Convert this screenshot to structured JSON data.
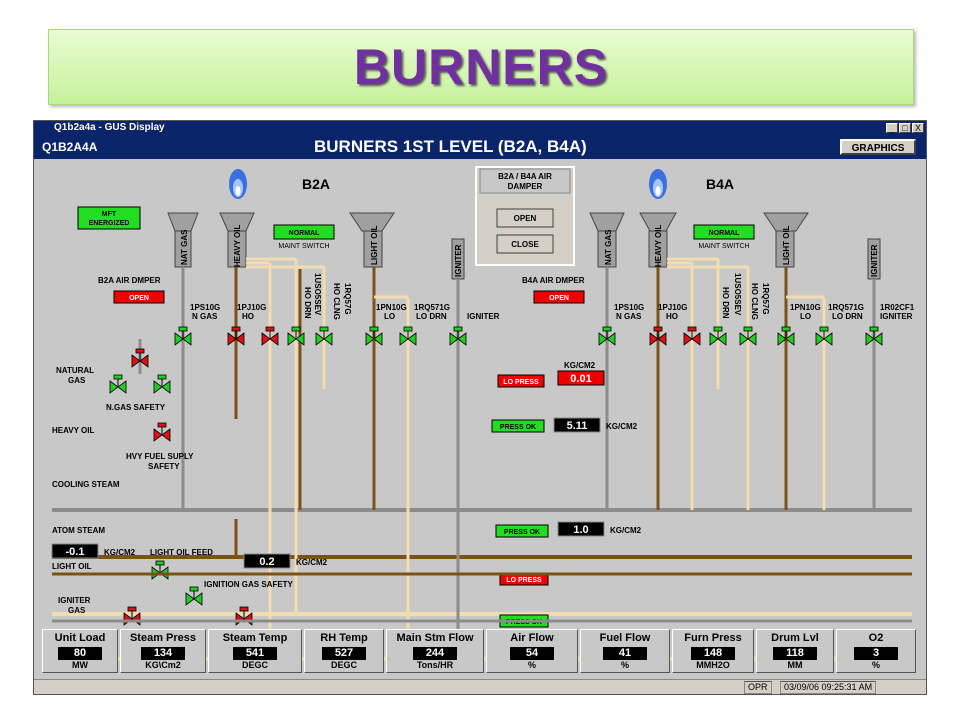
{
  "banner": {
    "title": "BURNERS"
  },
  "window": {
    "title": "Q1b2a4a - GUS Display",
    "display_id": "Q1B2A4A",
    "display_title": "BURNERS 1ST LEVEL (B2A, B4A)",
    "graphics_label": "GRAPHICS",
    "minimize": "_",
    "maximize": "□",
    "close": "X"
  },
  "damper_popup": {
    "title_line1": "B2A / B4A AIR",
    "title_line2": "DAMPER",
    "open_label": "OPEN",
    "close_label": "CLOSE"
  },
  "left_burner": {
    "name": "B2A",
    "mft": [
      "MFT",
      "ENERGIZED"
    ],
    "normal": "NORMAL",
    "maint_switch": "MAINT SWITCH",
    "air_damper_label": "B2A AIR DMPER",
    "air_damper_state": "OPEN",
    "pipes": [
      "NAT GAS",
      "HEAVY OIL",
      "LIGHT OIL",
      "IGNITER"
    ],
    "valve_tags": [
      [
        "1PS10G",
        "N GAS"
      ],
      [
        "1PJ10G",
        "HO"
      ],
      [
        "HO DRN"
      ],
      [
        "1USO5SEV"
      ],
      [
        "HO CLNG"
      ],
      [
        "1RQ57G"
      ],
      [
        "1PN10G",
        "LO"
      ],
      [
        "1RQ571G",
        "LO DRN"
      ],
      [
        "IGNITER"
      ]
    ]
  },
  "right_burner": {
    "name": "B4A",
    "normal": "NORMAL",
    "maint_switch": "MAINT SWITCH",
    "air_damper_label": "B4A AIR DMPER",
    "air_damper_state": "OPEN",
    "pipes": [
      "NAT GAS",
      "HEAVY OIL",
      "LIGHT OIL",
      "IGNITER"
    ],
    "valve_tags": [
      [
        "1PS10G",
        "N GAS"
      ],
      [
        "1PJ10G",
        "HO"
      ],
      [
        "HO DRN"
      ],
      [
        "1USO5SEV"
      ],
      [
        "HO CLNG"
      ],
      [
        "1RQ57G"
      ],
      [
        "1PN10G",
        "LO"
      ],
      [
        "1RQ571G",
        "LO DRN"
      ],
      [
        "1R02CF1",
        "IGNITER"
      ]
    ]
  },
  "headers": {
    "natural_gas": [
      "NATURAL",
      "GAS"
    ],
    "n_gas_safety": "N.GAS SAFETY",
    "heavy_oil": "HEAVY OIL",
    "hvy_fuel": [
      "HVY FUEL SUPLY",
      "SAFETY"
    ],
    "cooling_steam": "COOLING STEAM",
    "atom_steam": "ATOM STEAM",
    "light_oil": "LIGHT OIL",
    "light_oil_feed": "LIGHT OIL FEED",
    "ignition_gas_safety": "IGNITION GAS SAFETY",
    "igniter_gas": [
      "IGNITER",
      "GAS"
    ]
  },
  "readings": {
    "gas_status": "LO PRESS",
    "gas_unit": "KG/CM2",
    "gas_value": "0.01",
    "heavy_status": "PRESS OK",
    "heavy_value": "5.11",
    "heavy_unit": "KG/CM2",
    "atom_status": "PRESS OK",
    "atom_value": "1.0",
    "atom_unit": "KG/CM2",
    "lo_left_value": "-0.1",
    "lo_left_unit": "KG/CM2",
    "lo_feed_value": "0.2",
    "lo_feed_unit": "KG/CM2",
    "ign_status": "LO PRESS",
    "ign2_status": "PRESS OK"
  },
  "bottom_panels": [
    {
      "label": "Unit Load",
      "value": "80",
      "unit": "MW"
    },
    {
      "label": "Steam Press",
      "value": "134",
      "unit": "KG\\Cm2"
    },
    {
      "label": "Steam Temp",
      "value": "541",
      "unit": "DEGC"
    },
    {
      "label": "RH Temp",
      "value": "527",
      "unit": "DEGC"
    },
    {
      "label": "Main Stm Flow",
      "value": "244",
      "unit": "Tons/HR"
    },
    {
      "label": "Air Flow",
      "value": "54",
      "unit": "%"
    },
    {
      "label": "Fuel Flow",
      "value": "41",
      "unit": "%"
    },
    {
      "label": "Furn Press",
      "value": "148",
      "unit": "MMH2O"
    },
    {
      "label": "Drum Lvl",
      "value": "118",
      "unit": "MM"
    },
    {
      "label": "O2",
      "value": "3",
      "unit": "%"
    }
  ],
  "status": {
    "mode": "OPR",
    "datetime": "03/09/06 09:25:31 AM"
  },
  "colors": {
    "pipe_gray": "#8c8c8c",
    "pipe_brown": "#7a5216",
    "pipe_tan": "#f2dcb0",
    "valve_green": "#22cc22",
    "valve_red": "#dd1111",
    "title_blue": "#0a246a",
    "banner_purple": "#7030a0"
  }
}
